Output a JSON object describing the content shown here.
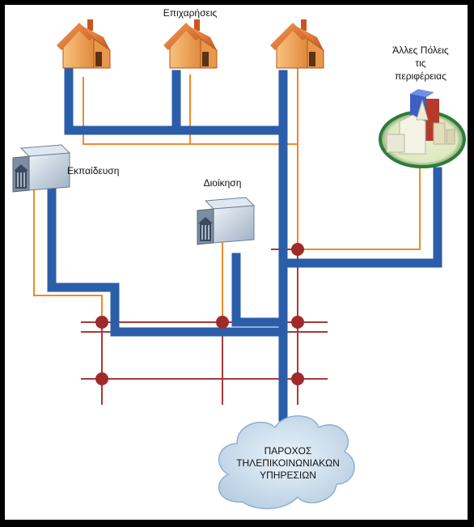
{
  "labels": {
    "businesses": "Επιχαρήσεις",
    "education": "Εκπαίδευση",
    "administration": "Διοίκηση",
    "other_cities_line1": "Άλλες Πόλεις",
    "other_cities_line2": "τις",
    "other_cities_line3": "περιφέρειας",
    "provider_line1": "ΠΑΡΟΧΟΣ",
    "provider_line2": "ΤΗΛΕΠΙΚΟΙΝΩΝΙΑΚΩΝ",
    "provider_line3": "ΥΠΗΡΕΣΙΩΝ"
  },
  "colors": {
    "backbone": "#2b5ea8",
    "fiber": "#f08a2a",
    "grid": "#a83a3a",
    "node": "#a02a2a",
    "house_roof": "#e07b3a",
    "house_wall": "#f2a35a",
    "cloud": "#cfe0ef"
  },
  "icons": [
    "house-icon",
    "server-icon",
    "city-icon",
    "cloud-icon"
  ]
}
